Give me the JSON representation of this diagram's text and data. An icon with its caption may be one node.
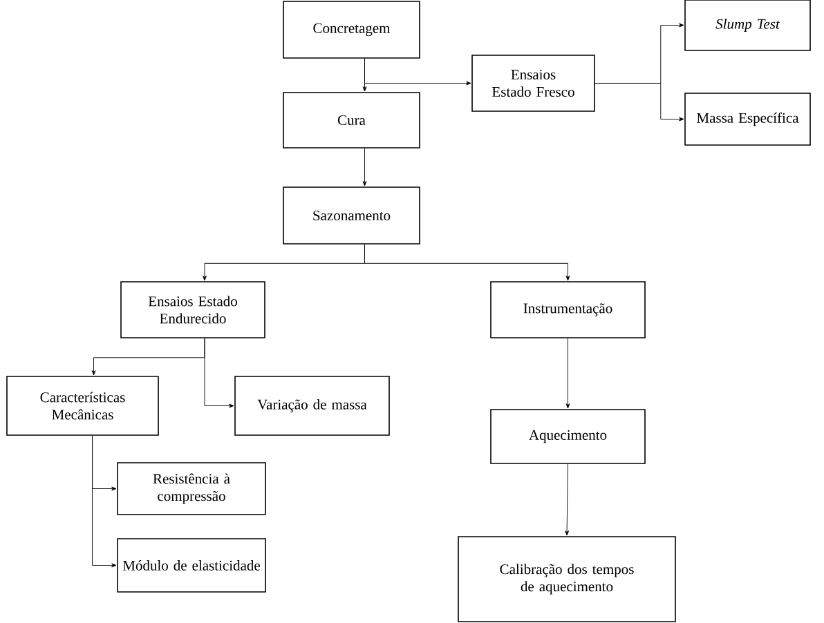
{
  "diagram": {
    "nodes": [
      {
        "text": [
          "Concretagem"
        ]
      },
      {
        "text": [
          "Ensaios Estado Fresco"
        ]
      },
      {
        "text": [
          "Slump Test"
        ]
      },
      {
        "text": [
          "Massa Específica"
        ]
      },
      {
        "text": [
          "Cura"
        ]
      },
      {
        "text": [
          "Sazonamento"
        ]
      },
      {
        "text": [
          "Ensaios Estado Endurecido"
        ]
      },
      {
        "text": [
          "Instrumentação"
        ]
      },
      {
        "text": [
          "Características Mecânicas"
        ]
      },
      {
        "text": [
          "Variação de massa"
        ]
      },
      {
        "text": [
          "Resistência à compressão"
        ]
      },
      {
        "text": [
          "Módulo de elasticidade"
        ]
      },
      {
        "text": [
          "Aquecimento"
        ]
      },
      {
        "text": [
          "Calibração dos tempos de aquecimento"
        ]
      }
    ],
    "edges": [
      {
        "from": 0,
        "to": 4,
        "arrow": "to"
      },
      {
        "from": 0,
        "to": 1,
        "arrow": "to"
      },
      {
        "from": 1,
        "to": 2,
        "arrow": "to"
      },
      {
        "from": 1,
        "to": 3,
        "arrow": "to"
      },
      {
        "from": 4,
        "to": 5,
        "arrow": "to"
      },
      {
        "from": 5,
        "to": 6,
        "arrow": "to"
      },
      {
        "from": 5,
        "to": 7,
        "arrow": "to"
      },
      {
        "from": 6,
        "to": 8,
        "arrow": "to"
      },
      {
        "from": 6,
        "to": 9,
        "arrow": "to"
      },
      {
        "from": 8,
        "to": 10,
        "arrow": "to"
      },
      {
        "from": 8,
        "to": 11,
        "arrow": "to"
      },
      {
        "from": 7,
        "to": 12,
        "arrow": "to"
      },
      {
        "from": 12,
        "to": 13,
        "arrow": "to"
      }
    ]
  }
}
